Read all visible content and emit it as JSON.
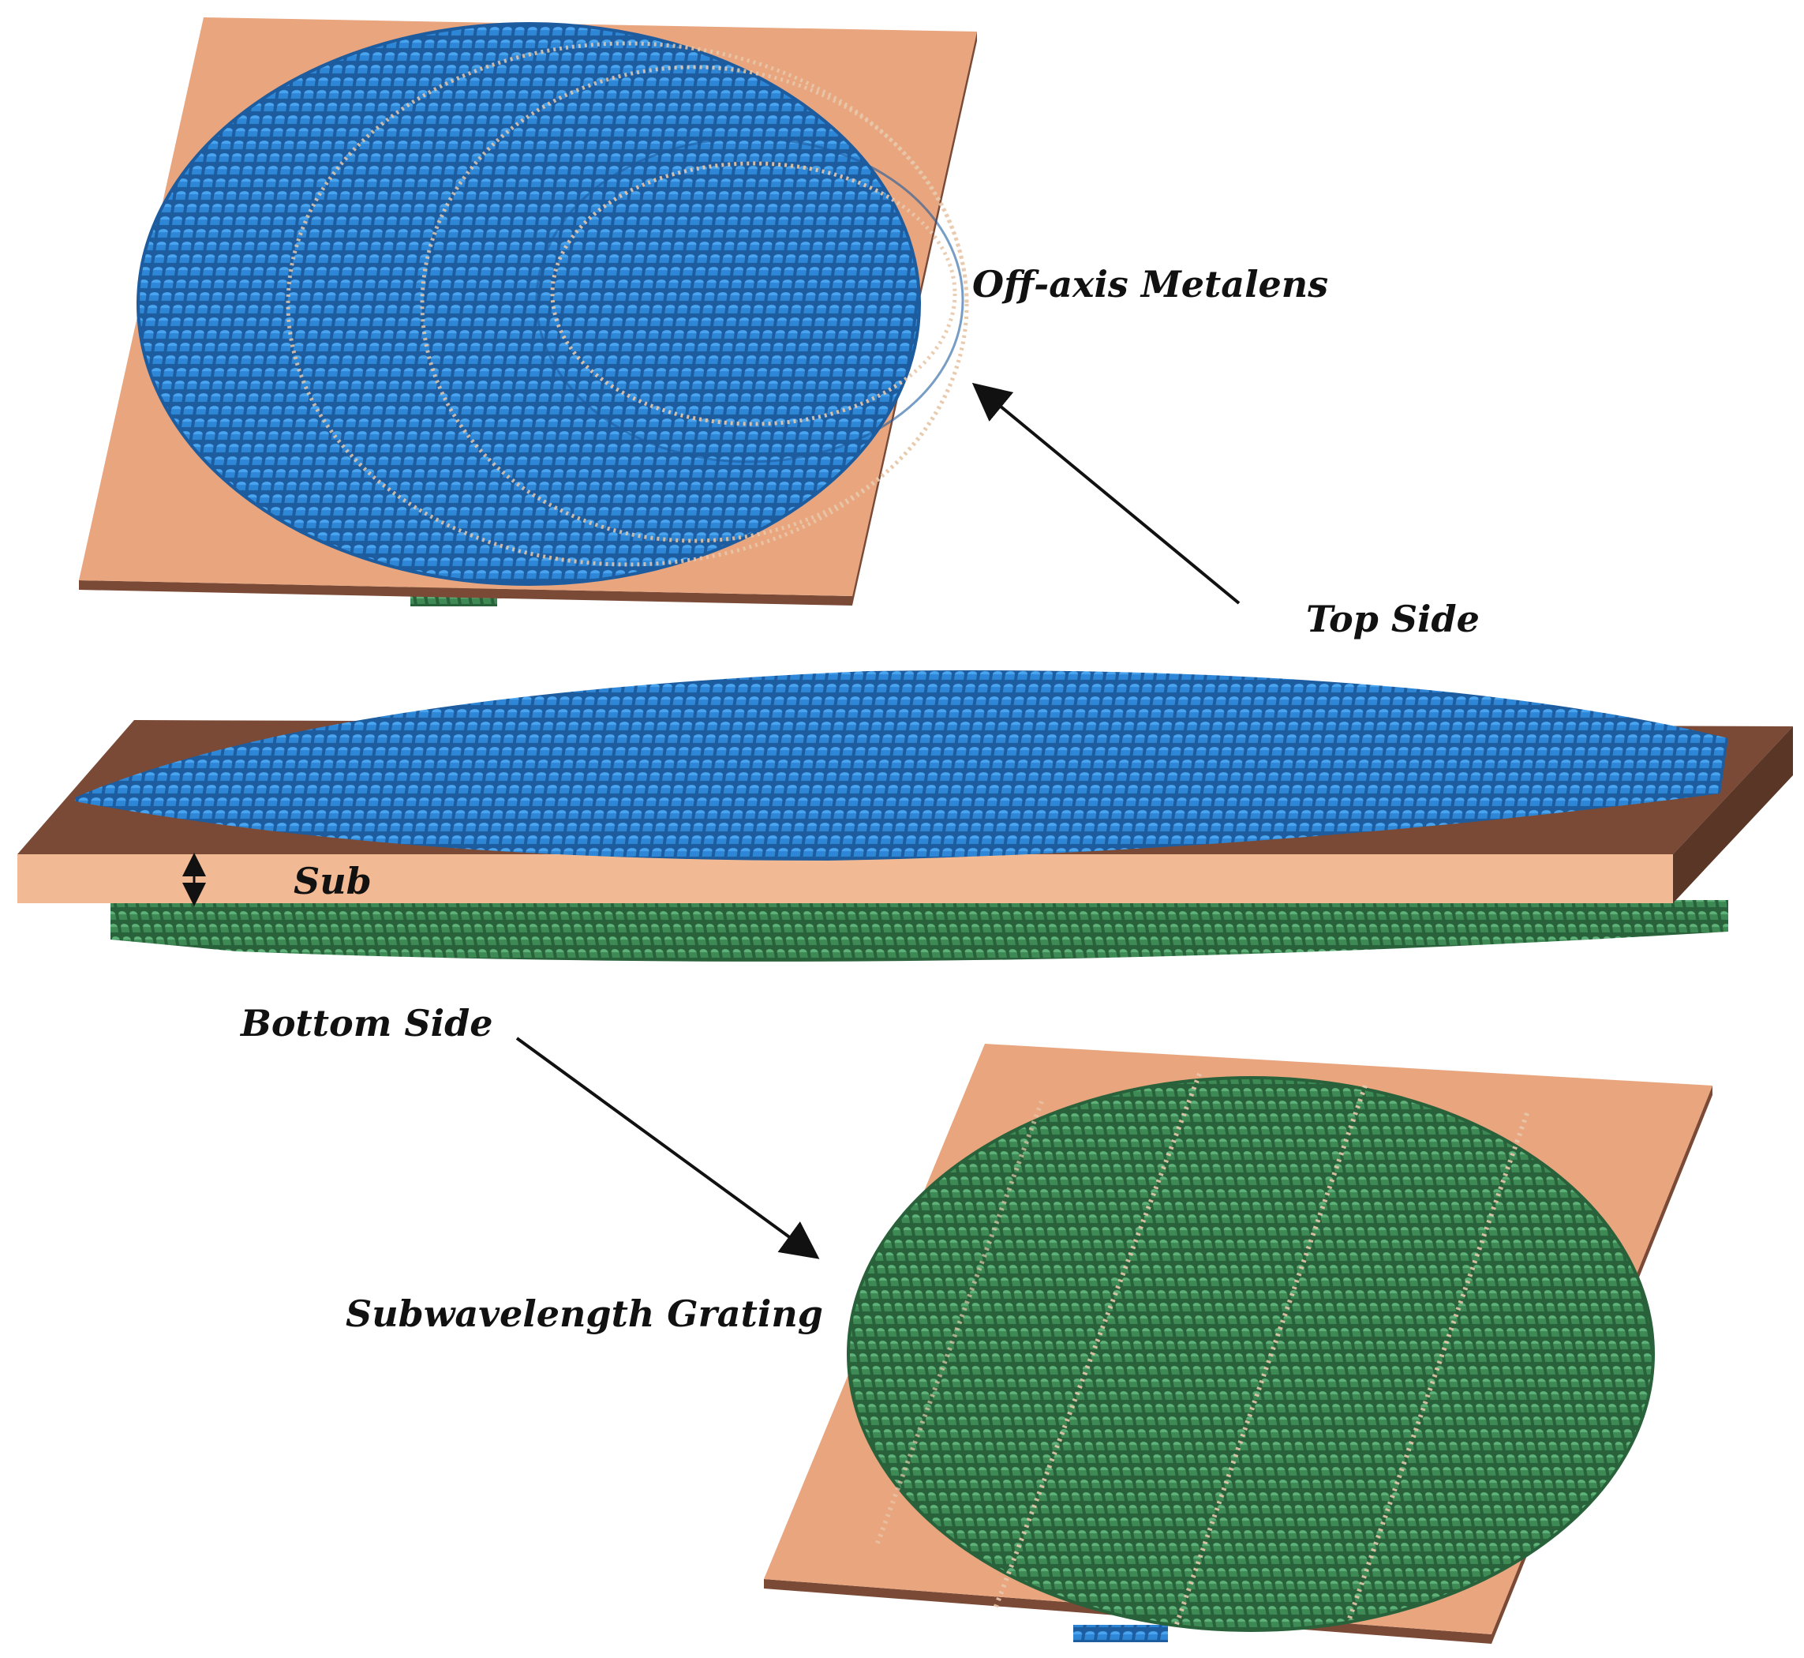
{
  "labels": {
    "off_axis_metalens": "Off-axis Metalens",
    "top_side": "Top Side",
    "substrate": "Sub",
    "bottom_side": "Bottom Side",
    "subwavelength_grating": "Subwavelength Grating"
  },
  "colors": {
    "substrate_top": "#E8A57E",
    "substrate_edge_dark": "#7A4A36",
    "substrate_side": "#F2BA94",
    "metalens_pillar": "#2E86D6",
    "metalens_pillar_dark": "#1D5C9E",
    "metalens_pillar_light": "#4AA5F0",
    "grating_pillar": "#3D8A55",
    "grating_pillar_dark": "#28613A",
    "grating_pillar_light": "#5FB279",
    "arrow": "#111111"
  }
}
